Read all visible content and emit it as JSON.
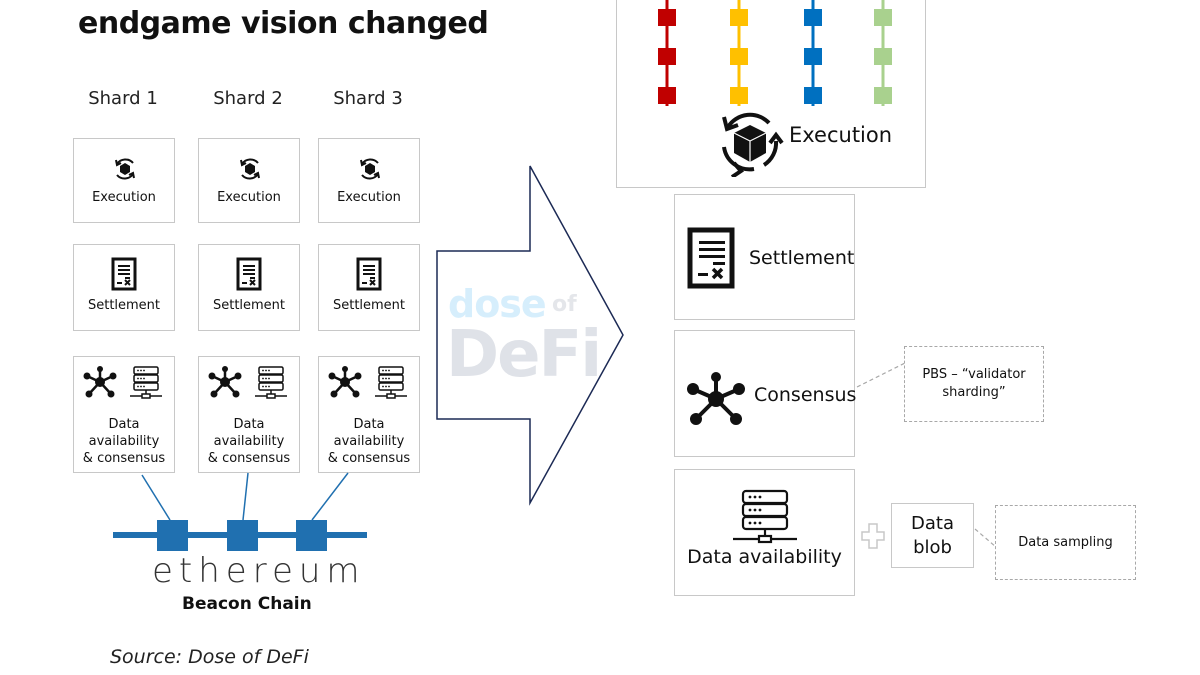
{
  "title": "endgame vision changed",
  "source": "Source: Dose of DeFi",
  "left": {
    "shards": [
      {
        "label": "Shard 1",
        "execution": "Execution",
        "settlement": "Settlement",
        "da_line1": "Data",
        "da_line2": "availability",
        "da_line3": "& consensus"
      },
      {
        "label": "Shard 2",
        "execution": "Execution",
        "settlement": "Settlement",
        "da_line1": "Data",
        "da_line2": "availability",
        "da_line3": "& consensus"
      },
      {
        "label": "Shard 3",
        "execution": "Execution",
        "settlement": "Settlement",
        "da_line1": "Data",
        "da_line2": "availability",
        "da_line3": "& consensus"
      }
    ],
    "chain_word": "ethereum",
    "chain_subtitle": "Beacon Chain",
    "chain_color": "#2070b0"
  },
  "watermark": {
    "dose": "dose",
    "of": "of",
    "defi": "DeFi"
  },
  "right": {
    "rollup_colors": [
      "#c00000",
      "#ffc000",
      "#0070c0",
      "#a9d18e"
    ],
    "execution": "Execution",
    "settlement": "Settlement",
    "consensus": "Consensus",
    "consensus_note_line1": "PBS – “validator",
    "consensus_note_line2": "sharding”",
    "data_availability": "Data availability",
    "blob_line1": "Data",
    "blob_line2": "blob",
    "sampling_note": "Data sampling"
  }
}
